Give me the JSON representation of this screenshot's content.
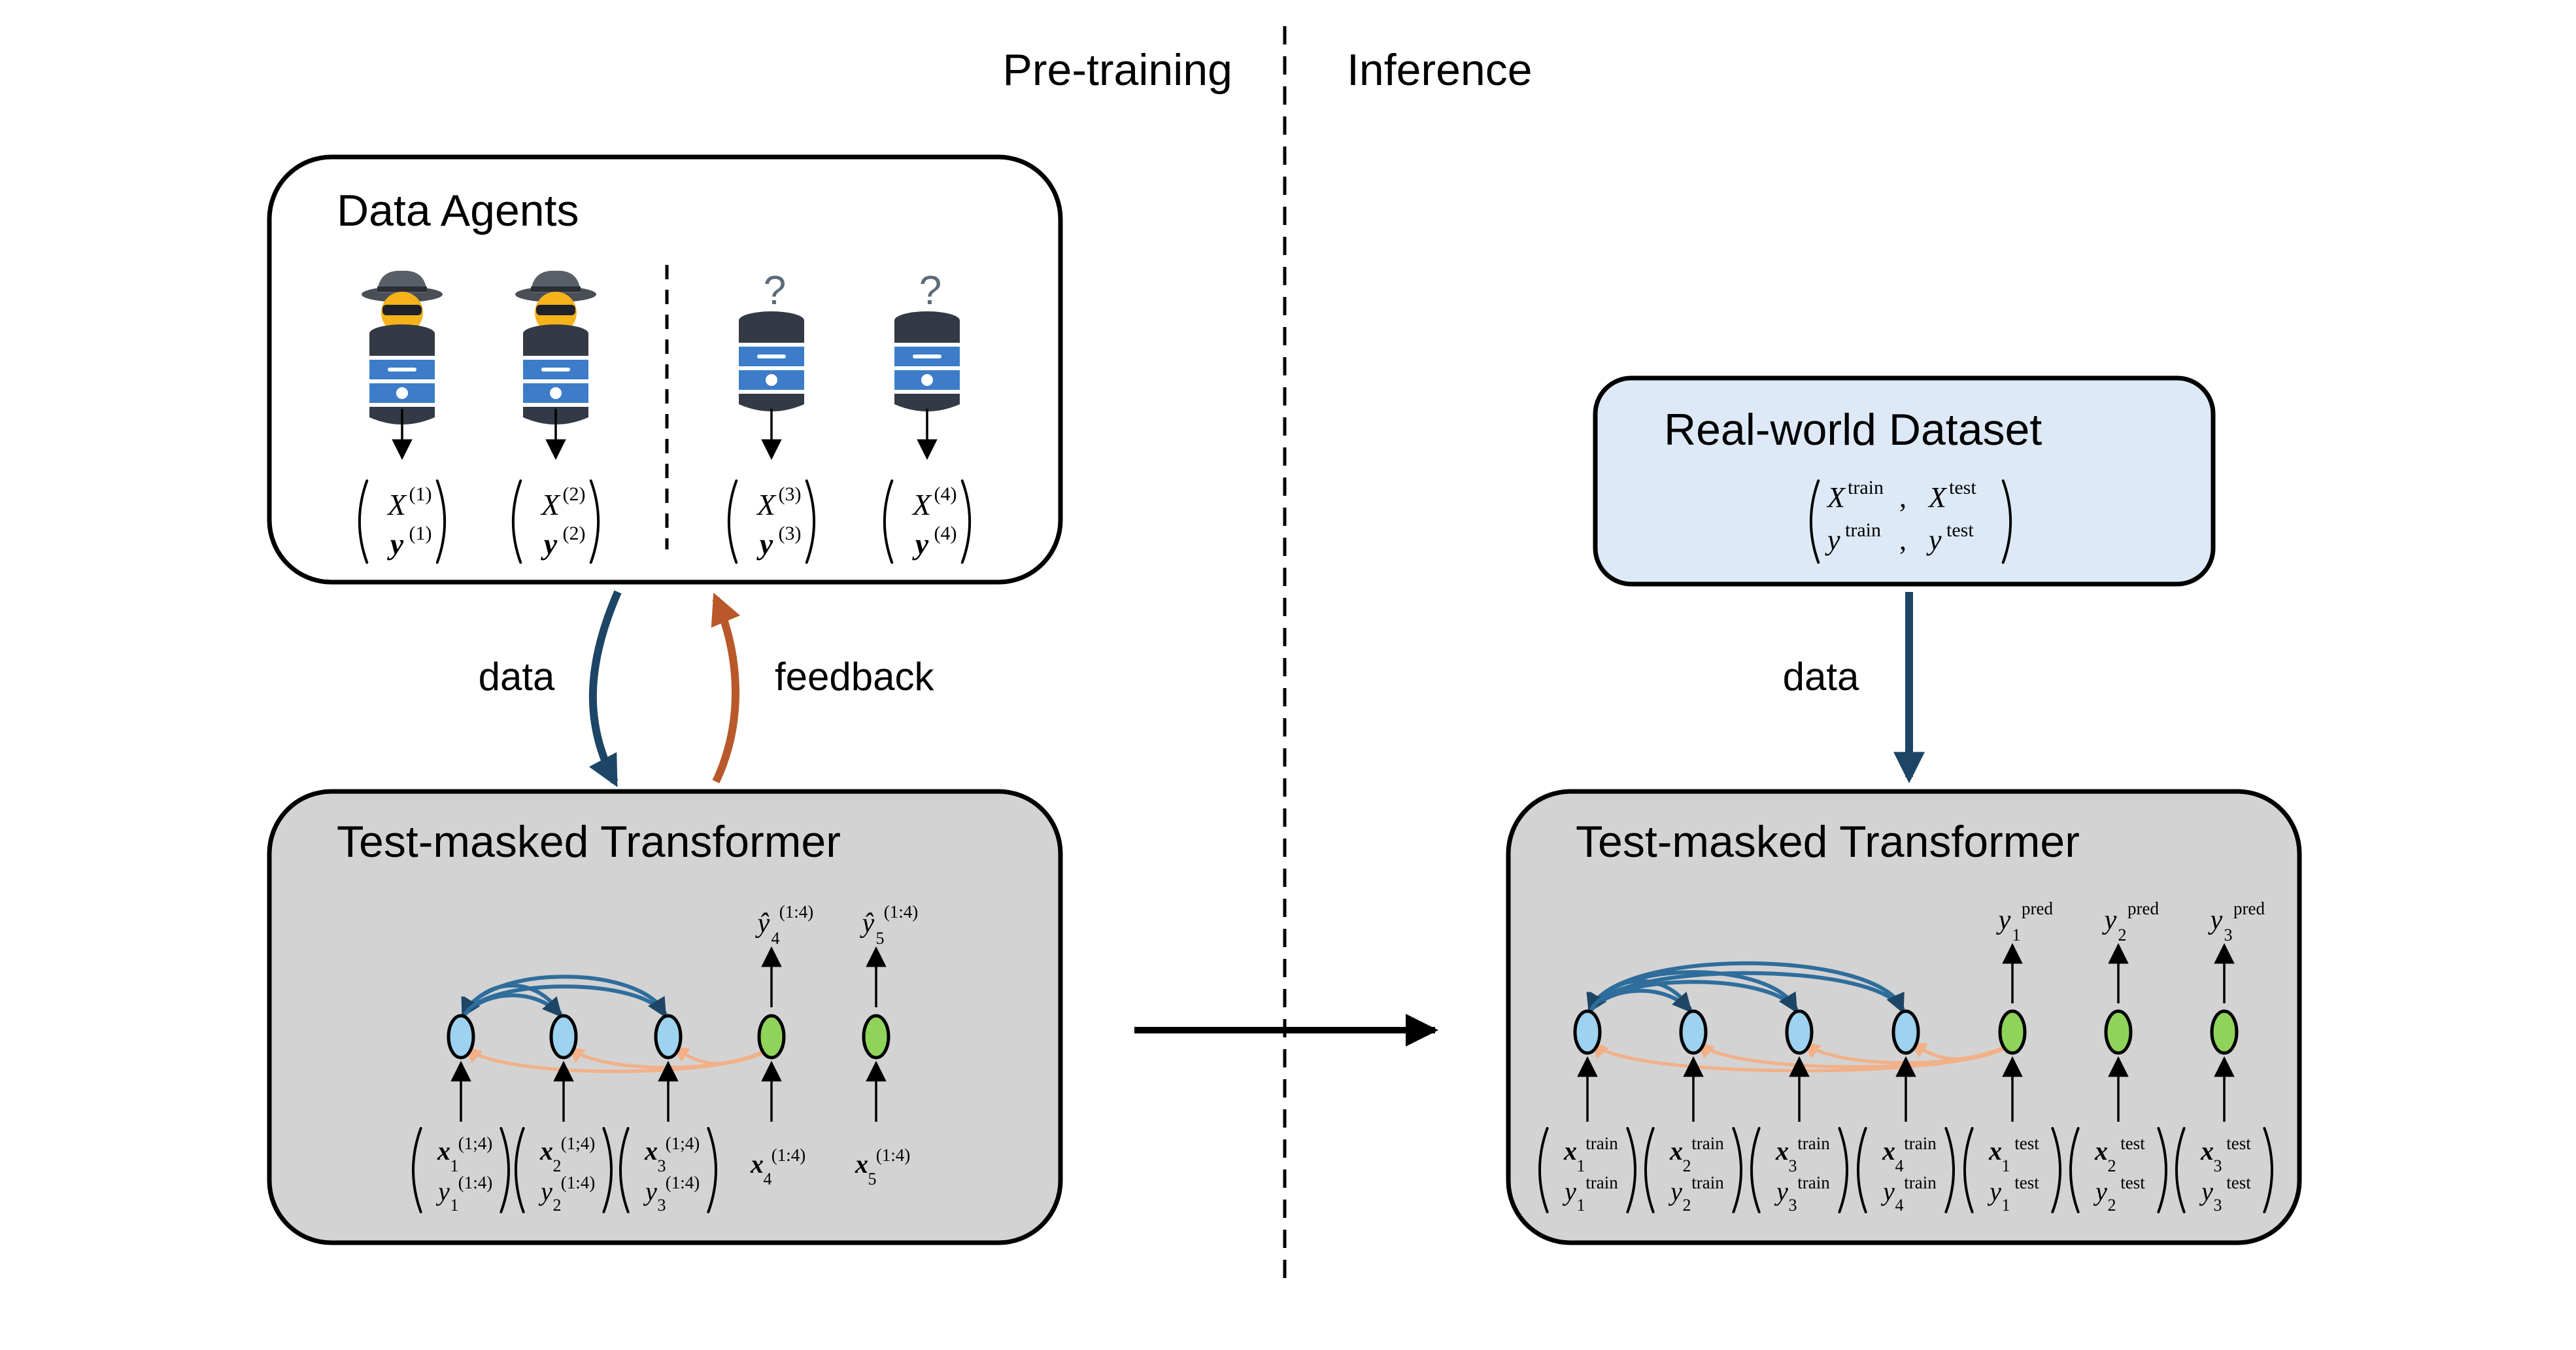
{
  "phases": {
    "left": "Pre-training",
    "right": "Inference"
  },
  "agents_box": {
    "title": "Data Agents",
    "question_mark": "?",
    "datasets": [
      {
        "X": "X",
        "y": "y",
        "sup": "(1)"
      },
      {
        "X": "X",
        "y": "y",
        "sup": "(2)"
      },
      {
        "X": "X",
        "y": "y",
        "sup": "(3)"
      },
      {
        "X": "X",
        "y": "y",
        "sup": "(4)"
      }
    ]
  },
  "flow_labels": {
    "data": "data",
    "feedback": "feedback",
    "data_right": "data"
  },
  "real_box": {
    "title": "Real-world Dataset",
    "row1": {
      "a": "X",
      "a_sup": "train",
      "b": "X",
      "b_sup": "test"
    },
    "row2": {
      "a": "y",
      "a_sup": "train",
      "b": "y",
      "b_sup": "test"
    },
    "comma": ","
  },
  "tm_left": {
    "title": "Test-masked Transformer",
    "top_labels": [
      {
        "base": "ŷ",
        "sub": "4",
        "sup": "(1:4)"
      },
      {
        "base": "ŷ",
        "sub": "5",
        "sup": "(1:4)"
      }
    ],
    "inputs": [
      {
        "x": "x",
        "y": "y",
        "sub": "1",
        "sup": "(1;4)",
        "ysup": "(1:4)"
      },
      {
        "x": "x",
        "y": "y",
        "sub": "2",
        "sup": "(1;4)",
        "ysup": "(1:4)"
      },
      {
        "x": "x",
        "y": "y",
        "sub": "3",
        "sup": "(1;4)",
        "ysup": "(1:4)"
      }
    ],
    "test_inputs": [
      {
        "x": "x",
        "sub": "4",
        "sup": "(1:4)"
      },
      {
        "x": "x",
        "sub": "5",
        "sup": "(1:4)"
      }
    ]
  },
  "tm_right": {
    "title": "Test-masked Transformer",
    "top_labels": [
      {
        "base": "y",
        "sub": "1",
        "sup": "pred"
      },
      {
        "base": "y",
        "sub": "2",
        "sup": "pred"
      },
      {
        "base": "y",
        "sub": "3",
        "sup": "pred"
      }
    ],
    "inputs": [
      {
        "x": "x",
        "y": "y",
        "sub": "1",
        "sup": "train"
      },
      {
        "x": "x",
        "y": "y",
        "sub": "2",
        "sup": "train"
      },
      {
        "x": "x",
        "y": "y",
        "sub": "3",
        "sup": "train"
      },
      {
        "x": "x",
        "y": "y",
        "sub": "4",
        "sup": "train"
      },
      {
        "x": "x",
        "y": "y",
        "sub": "1",
        "sup": "test"
      },
      {
        "x": "x",
        "y": "y",
        "sub": "2",
        "sup": "test"
      },
      {
        "x": "x",
        "y": "y",
        "sub": "3",
        "sup": "test"
      }
    ]
  },
  "colors": {
    "blue_node": "#9dd2f0",
    "green_node": "#8fd35a",
    "dark_blue_arrow": "#1d4566",
    "orange_arrow": "#b9582a",
    "light_orange": "#f2b088",
    "gray_box": "#d3d3d3",
    "light_blue_box": "#dde9f6",
    "db_blue": "#3d7cc9",
    "db_dark": "#333a45",
    "spy_skin": "#f5b21a"
  }
}
